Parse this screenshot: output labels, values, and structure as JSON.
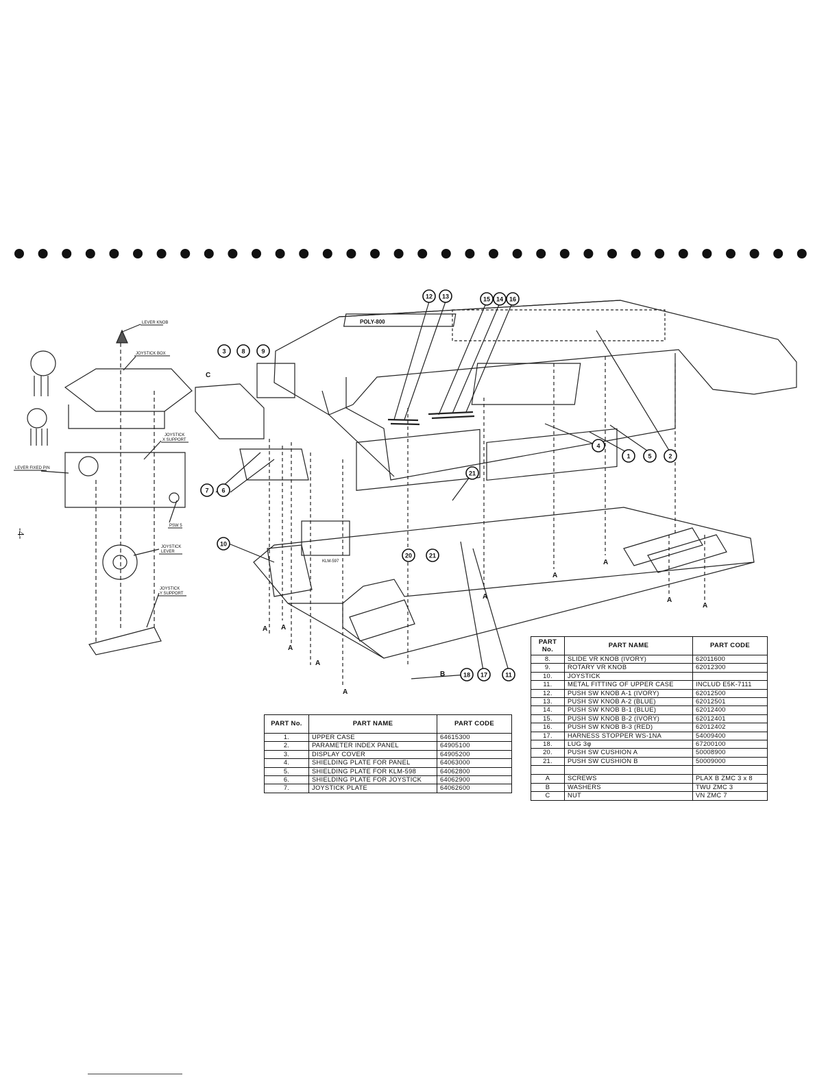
{
  "diagram": {
    "leftLabels": {
      "lever_knob": "LEVER KNOB",
      "joystick_box": "JOYSTICK BOX",
      "joystick_x_support_1": "JOYSTICK",
      "joystick_x_support_2": "X SUPPORT",
      "lever_fixed_pin": "LEVER FIXED PIN",
      "psw5": "PSW 5",
      "joystick_lever_1": "JOYSTICK",
      "joystick_lever_2": "LEVER",
      "joystick_y_support_1": "JOYSTICK",
      "joystick_y_support_2": "Y SUPPORT"
    },
    "callouts": [
      "3",
      "8",
      "9",
      "12",
      "13",
      "15",
      "14",
      "16",
      "4",
      "1",
      "5",
      "2",
      "7",
      "6",
      "21",
      "10",
      "20",
      "21",
      "18",
      "17",
      "11"
    ],
    "letterMarks": {
      "c": "C",
      "a": "A",
      "b": "B"
    },
    "panelText": "POLY-800",
    "boardText": "KLM-597"
  },
  "tableLeft": {
    "headers": {
      "no": "PART No.",
      "name": "PART NAME",
      "code": "PART CODE"
    },
    "rows": [
      {
        "no": "1.",
        "name": "UPPER CASE",
        "code": "64615300"
      },
      {
        "no": "2.",
        "name": "PARAMETER INDEX PANEL",
        "code": "64905100"
      },
      {
        "no": "3.",
        "name": "DISPLAY COVER",
        "code": "64905200"
      },
      {
        "no": "4.",
        "name": "SHIELDING PLATE FOR PANEL",
        "code": "64063000"
      },
      {
        "no": "5.",
        "name": "SHIELDING PLATE FOR KLM-598",
        "code": "64062800"
      },
      {
        "no": "6.",
        "name": "SHIELDING PLATE FOR JOYSTICK",
        "code": "64062900"
      },
      {
        "no": "7.",
        "name": "JOYSTICK PLATE",
        "code": "64062600"
      }
    ]
  },
  "tableRight": {
    "headers": {
      "no": "PART No.",
      "name": "PART NAME",
      "code": "PART CODE"
    },
    "rows": [
      {
        "no": "8.",
        "name": "SLIDE VR KNOB (IVORY)",
        "code": "62011600"
      },
      {
        "no": "9.",
        "name": "ROTARY VR KNOB",
        "code": "62012300"
      },
      {
        "no": "10.",
        "name": "JOYSTICK",
        "code": ""
      },
      {
        "no": "11.",
        "name": "METAL FITTING OF UPPER CASE",
        "code": "INCLUD E5K-7111"
      },
      {
        "no": "12.",
        "name": "PUSH SW KNOB A-1 (IVORY)",
        "code": "62012500"
      },
      {
        "no": "13.",
        "name": "PUSH SW KNOB A-2 (BLUE)",
        "code": "62012501"
      },
      {
        "no": "14.",
        "name": "PUSH SW KNOB B-1 (BLUE)",
        "code": "62012400"
      },
      {
        "no": "15.",
        "name": "PUSH SW KNOB B-2 (IVORY)",
        "code": "62012401"
      },
      {
        "no": "16.",
        "name": "PUSH SW KNOB B-3 (RED)",
        "code": "62012402"
      },
      {
        "no": "17.",
        "name": "HARNESS STOPPER WS-1NA",
        "code": "54009400"
      },
      {
        "no": "18.",
        "name": "LUG 3φ",
        "code": "67200100"
      },
      {
        "no": "20.",
        "name": "PUSH SW CUSHION A",
        "code": "50008900"
      },
      {
        "no": "21.",
        "name": "PUSH SW CUSHION B",
        "code": "50009000"
      }
    ],
    "hardware": [
      {
        "no": "A",
        "name": "SCREWS",
        "code": "PLAX B ZMC 3 x 8"
      },
      {
        "no": "B",
        "name": "WASHERS",
        "code": "TWU    ZMC    3"
      },
      {
        "no": "C",
        "name": "NUT",
        "code": "VN     ZMC    7"
      }
    ]
  },
  "pageMarker": "-4-"
}
